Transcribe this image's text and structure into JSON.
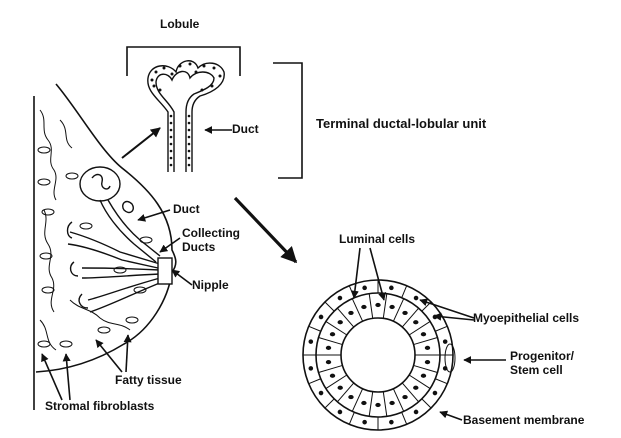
{
  "labels": {
    "lobule": "Lobule",
    "duct_top": "Duct",
    "tdlu": "Terminal ductal-lobular  unit",
    "duct": "Duct",
    "collecting_line1": "Collecting",
    "collecting_line2": "Ducts",
    "nipple": "Nipple",
    "fatty_tissue": "Fatty tissue",
    "stromal_fibroblasts": "Stromal fibroblasts",
    "luminal_cells": "Luminal cells",
    "myoepithelial_cells": "Myoepithelial cells",
    "progenitor_line1": "Progenitor/",
    "progenitor_line2": "Stem cell",
    "basement_membrane": "Basement membrane"
  },
  "colors": {
    "ink": "#111111",
    "background": "#ffffff"
  }
}
